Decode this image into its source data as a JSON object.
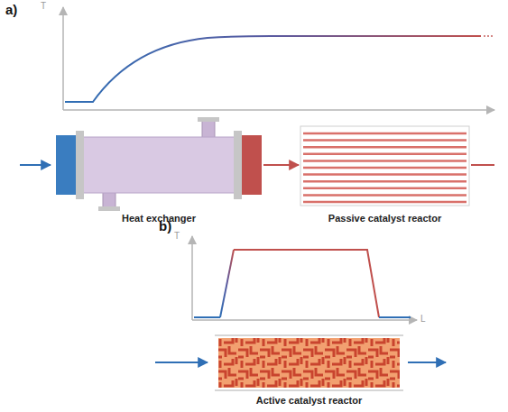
{
  "diagram": {
    "nodes": [
      {
        "text": [
          "Heat exchanger"
        ]
      },
      {
        "text": [
          "Passive catalyst reactor"
        ]
      },
      {
        "text": [
          "Active catalyst reactor"
        ]
      }
    ],
    "edges": [
      {
        "from": 0,
        "to": 1,
        "arrow": "to"
      }
    ],
    "labels": [
      "a)",
      "T",
      "b)",
      "T",
      "L"
    ]
  }
}
